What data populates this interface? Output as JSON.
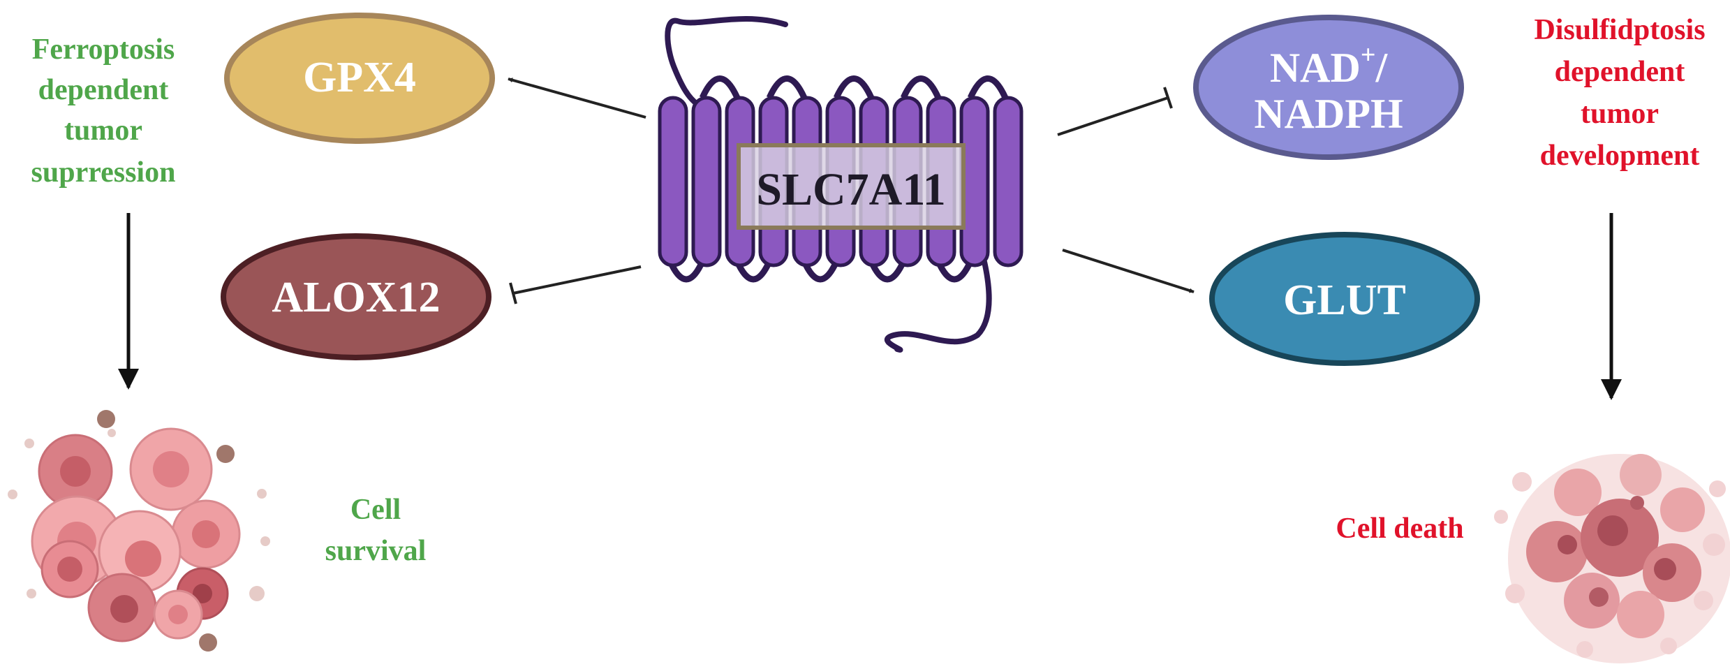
{
  "center": {
    "label": "SLC7A11"
  },
  "nodes": {
    "gpx4": {
      "label": "GPX4"
    },
    "alox12": {
      "label": "ALOX12"
    },
    "nad": {
      "label_main": "NAD",
      "label_sup": "+",
      "label_tail": "/",
      "label_line2": "NADPH"
    },
    "glut": {
      "label": "GLUT"
    }
  },
  "left_branch": {
    "title_lines": [
      "Ferroptosis",
      "dependent",
      "tumor",
      "suprression"
    ],
    "outcome": [
      "Cell",
      "survival"
    ]
  },
  "right_branch": {
    "title_lines": [
      "Disulfidptosis",
      "dependent",
      "tumor",
      "development"
    ],
    "outcome": "Cell death"
  },
  "colors": {
    "green": "#4fa64a",
    "red": "#e0122a",
    "gpx4_fill": "#e1bd6c",
    "alox12_fill": "#9a5557",
    "nad_fill": "#8e8ed9",
    "glut_fill": "#3a8bb2",
    "membrane_fill": "#8b58c0",
    "membrane_stroke": "#2e1a52"
  }
}
